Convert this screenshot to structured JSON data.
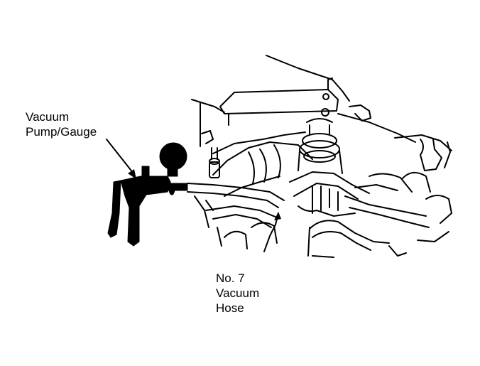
{
  "labels": {
    "pump": {
      "line1": "Vacuum",
      "line2": "Pump/Gauge"
    },
    "hose": {
      "line1": "No. 7",
      "line2": "Vacuum",
      "line3": "Hose"
    }
  },
  "colors": {
    "ink": "#000000",
    "paper": "#ffffff"
  }
}
